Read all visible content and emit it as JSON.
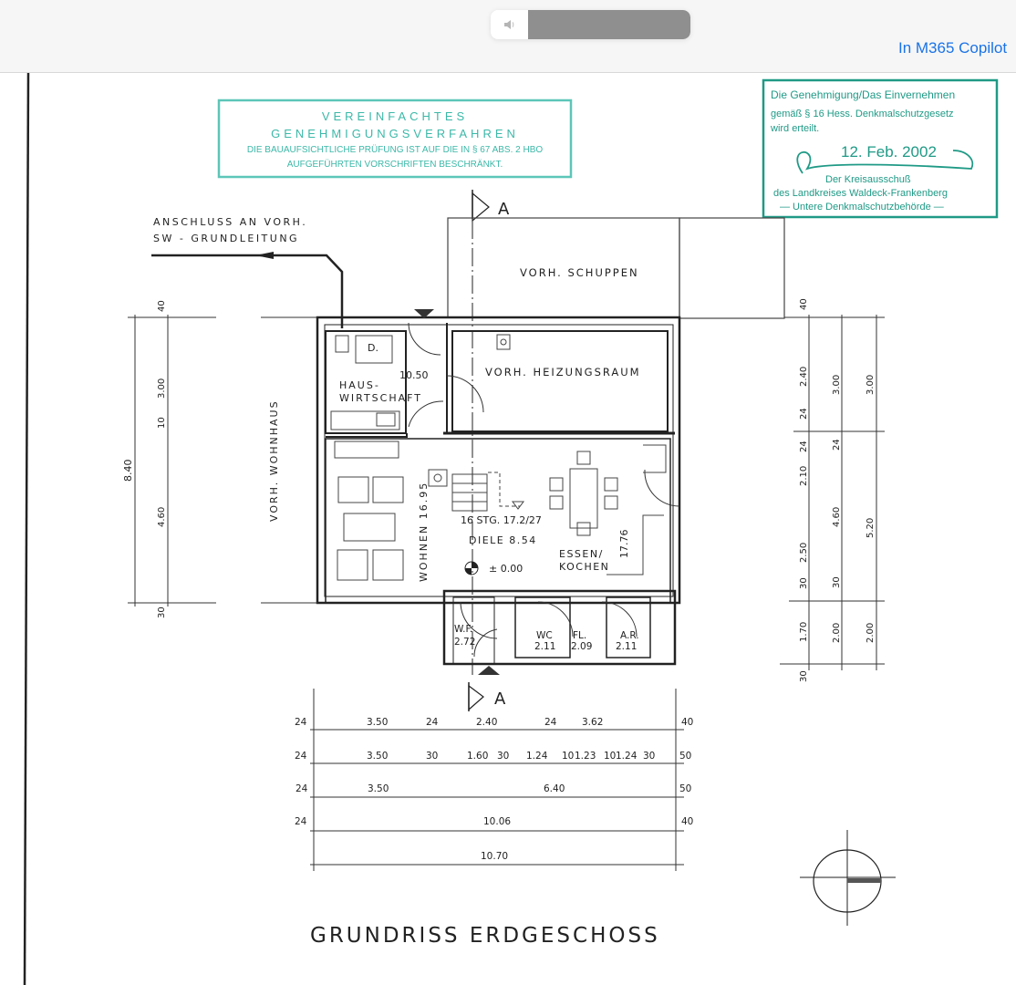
{
  "viewer": {
    "media_control": {
      "icon": "speaker-icon",
      "progress_color": "#8f8f8f"
    },
    "copilot_link": "In M365 Copilot",
    "copilot_color": "#1a73e8"
  },
  "drawing": {
    "title": "GRUNDRISS ERDGESCHOSS",
    "stamp_left": {
      "line1": "VEREINFACHTES",
      "line2": "GENEHMIGUNGSVERFAHREN",
      "line3": "DIE BAUAUFSICHTLICHE PRÜFUNG IST AUF DIE IN § 67 ABS. 2 HBO",
      "line4": "AUFGEFÜHRTEN VORSCHRIFTEN BESCHRÄNKT.",
      "color": "#3bb8a8"
    },
    "stamp_right": {
      "line1": "Die Genehmigung/Das Einvernehmen",
      "line2": "gemäß § 16 Hess. Denkmalschutzgesetz",
      "line3": "wird erteilt.",
      "date": "12. Feb. 2002",
      "line5": "Der Kreisausschuß",
      "line6": "des Landkreises Waldeck-Frankenberg",
      "line7": "— Untere Denkmalschutzbehörde —",
      "color": "#1f9a86"
    },
    "annotations": {
      "sewer_line1": "ANSCHLUSS AN VORH.",
      "sewer_line2": "SW - GRUNDLEITUNG",
      "section_marker_top": "A",
      "section_marker_bottom": "A",
      "existing_house": "VORH. WOHNHAUS",
      "stair": "16 STG. 17.2/27",
      "level": "± 0.00"
    },
    "rooms": {
      "schuppen": "VORH. SCHUPPEN",
      "heizung": "VORH. HEIZUNGSRAUM",
      "haus1": "HAUS-",
      "haus2": "WIRTSCHAFT",
      "haus_area": "10.50",
      "dryer": "D.",
      "wohnen": "WOHNEN 16.95",
      "diele": "DIELE 8.54",
      "essen1": "ESSEN/",
      "essen2": "KOCHEN",
      "essen_area": "17.76",
      "wf": "W.F.",
      "wf_area": "2.72",
      "wc": "WC",
      "wc_area": "2.11",
      "fl": "FL.",
      "fl_area": "2.09",
      "ar": "A.R.",
      "ar_area": "2.11"
    },
    "dims_bottom": {
      "row1": [
        "24",
        "3.50",
        "24",
        "2.40",
        "24",
        "3.62",
        "40"
      ],
      "row2": [
        "24",
        "3.50",
        "30",
        "1.60",
        "30",
        "1.24",
        "10",
        "1.23",
        "10",
        "1.24",
        "30",
        "50"
      ],
      "row3": [
        "24",
        "3.50",
        "6.40",
        "50"
      ],
      "row4": [
        "24",
        "10.06",
        "40"
      ],
      "row5": [
        "10.70"
      ]
    },
    "dims_left": {
      "total": "8.40",
      "segments": [
        "40",
        "3.00",
        "10",
        "4.60",
        "30"
      ]
    },
    "dims_right": {
      "col1": [
        "40",
        "2.40",
        "24",
        "24",
        "2.10",
        "2.50",
        "30",
        "1.70",
        "30"
      ],
      "col2": [
        "3.00",
        "24",
        "4.60",
        "30",
        "2.00"
      ],
      "col3": [
        "3.00",
        "5.20",
        "2.00"
      ]
    }
  }
}
